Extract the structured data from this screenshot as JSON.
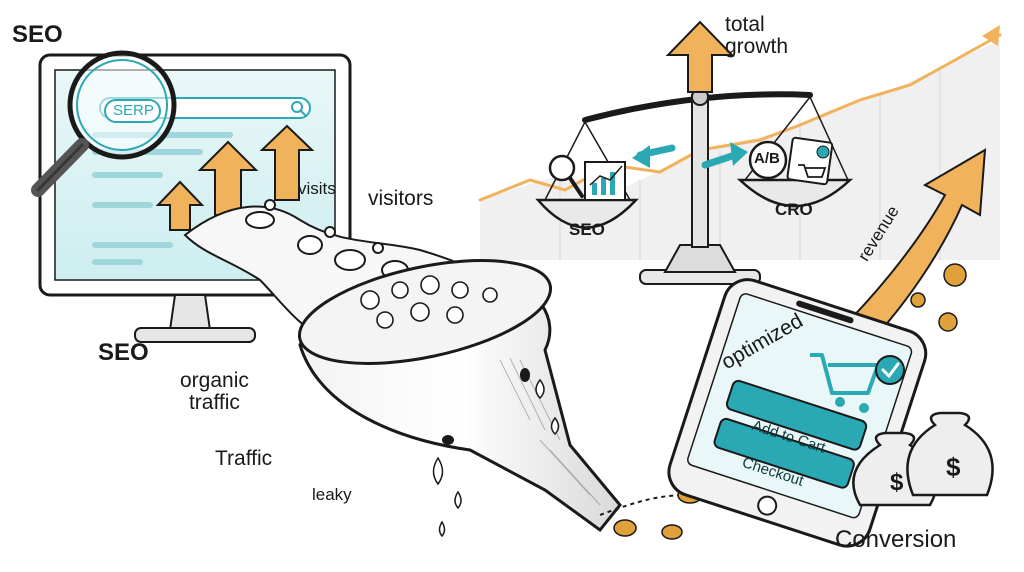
{
  "labels": {
    "seo_top": "SEO",
    "seo_left": "SEO",
    "serp": "SERP",
    "visits": "visits",
    "visitors": "visitors",
    "organic_traffic": "organic\ntraffic",
    "traffic": "Traffic",
    "leaky": "leaky",
    "total_growth": "total\ngrowth",
    "scale_seo": "SEO",
    "scale_cro": "CRO",
    "ab": "A/B",
    "revenue": "revenue",
    "optimized": "optimized",
    "add_to_cart": "Add to Cart",
    "checkout": "Checkout",
    "conversion": "Conversion",
    "dollar": "$"
  },
  "colors": {
    "ink": "#1a1a1a",
    "teal": "#2aa8b3",
    "teal_light": "#bfe7ea",
    "orange": "#f0b25a",
    "orange_dark": "#c9822b",
    "gray_wash": "#ececec",
    "coin": "#e0a03a"
  },
  "icons": [
    "magnifier-icon",
    "search-icon",
    "cart-icon",
    "check-icon",
    "money-bag-icon",
    "coin-icon",
    "growth-chart-icon",
    "ab-test-icon"
  ]
}
